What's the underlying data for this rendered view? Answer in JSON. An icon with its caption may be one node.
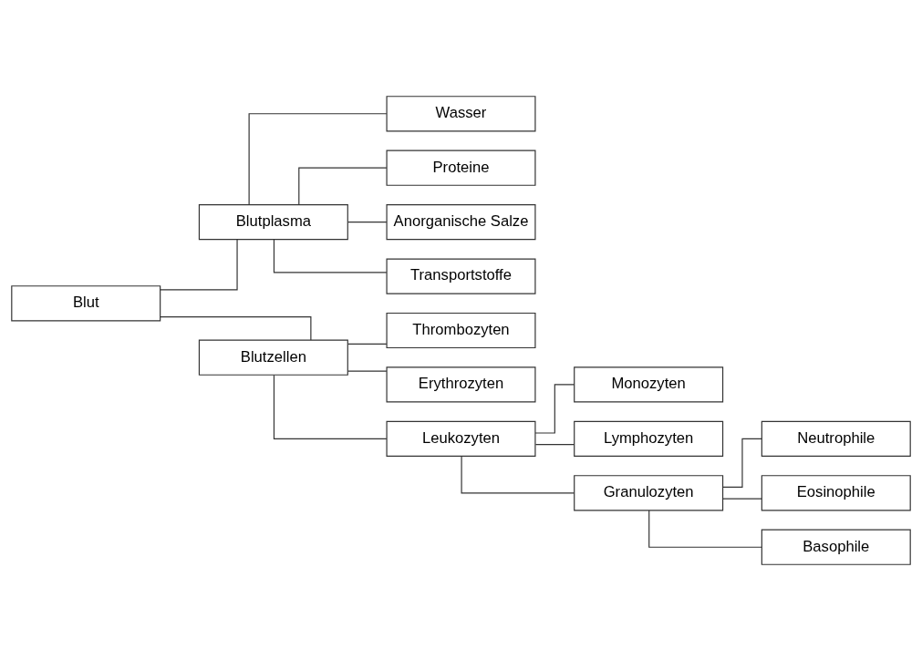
{
  "diagram": {
    "nodes": [
      {
        "text": [
          "Blut"
        ]
      },
      {
        "text": [
          "Blutplasma"
        ]
      },
      {
        "text": [
          "Wasser"
        ]
      },
      {
        "text": [
          "Proteine"
        ]
      },
      {
        "text": [
          "Anorganische Salze"
        ]
      },
      {
        "text": [
          "Transportstoffe"
        ]
      },
      {
        "text": [
          "Blutzellen"
        ]
      },
      {
        "text": [
          "Thrombozyten"
        ]
      },
      {
        "text": [
          "Erythrozyten"
        ]
      },
      {
        "text": [
          "Leukozyten"
        ]
      },
      {
        "text": [
          "Monozyten"
        ]
      },
      {
        "text": [
          "Lymphozyten"
        ]
      },
      {
        "text": [
          "Granulozyten"
        ]
      },
      {
        "text": [
          "Neutrophile"
        ]
      },
      {
        "text": [
          "Eosinophile"
        ]
      },
      {
        "text": [
          "Basophile"
        ]
      }
    ],
    "edges": [
      {
        "from": 0,
        "to": 1,
        "arrow": "none"
      },
      {
        "from": 0,
        "to": 6,
        "arrow": "none"
      },
      {
        "from": 1,
        "to": 2,
        "arrow": "none"
      },
      {
        "from": 1,
        "to": 3,
        "arrow": "none"
      },
      {
        "from": 1,
        "to": 4,
        "arrow": "none"
      },
      {
        "from": 1,
        "to": 5,
        "arrow": "none"
      },
      {
        "from": 6,
        "to": 7,
        "arrow": "none"
      },
      {
        "from": 6,
        "to": 8,
        "arrow": "none"
      },
      {
        "from": 6,
        "to": 9,
        "arrow": "none"
      },
      {
        "from": 9,
        "to": 10,
        "arrow": "none"
      },
      {
        "from": 9,
        "to": 11,
        "arrow": "none"
      },
      {
        "from": 9,
        "to": 12,
        "arrow": "none"
      },
      {
        "from": 12,
        "to": 13,
        "arrow": "none"
      },
      {
        "from": 12,
        "to": 14,
        "arrow": "none"
      },
      {
        "from": 12,
        "to": 15,
        "arrow": "none"
      }
    ]
  }
}
